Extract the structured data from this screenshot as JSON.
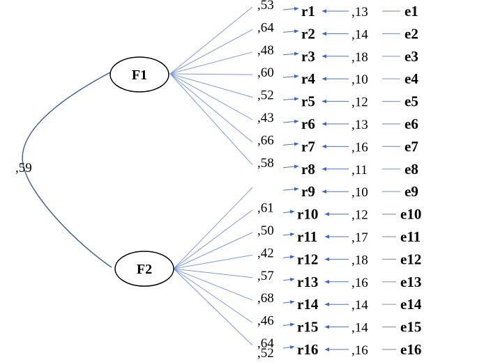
{
  "factors": [
    {
      "name": "F1",
      "icon": "ellipse"
    },
    {
      "name": "F2",
      "icon": "ellipse"
    }
  ],
  "correlation": ",59",
  "indicators": [
    {
      "name": "r1",
      "loading": ",53",
      "error_variance": ",13",
      "error": "e1",
      "factor": "F1"
    },
    {
      "name": "r2",
      "loading": ",64",
      "error_variance": ",14",
      "error": "e2",
      "factor": "F1"
    },
    {
      "name": "r3",
      "loading": ",48",
      "error_variance": ",18",
      "error": "e3",
      "factor": "F1"
    },
    {
      "name": "r4",
      "loading": ",60",
      "error_variance": ",10",
      "error": "e4",
      "factor": "F1"
    },
    {
      "name": "r5",
      "loading": ",52",
      "error_variance": ",12",
      "error": "e5",
      "factor": "F1"
    },
    {
      "name": "r6",
      "loading": ",43",
      "error_variance": ",13",
      "error": "e6",
      "factor": "F1"
    },
    {
      "name": "r7",
      "loading": ",66",
      "error_variance": ",16",
      "error": "e7",
      "factor": "F1"
    },
    {
      "name": "r8",
      "loading": ",58",
      "error_variance": ",11",
      "error": "e8",
      "factor": "F1"
    },
    {
      "name": "r9",
      "loading": "",
      "error_variance": ",10",
      "error": "e9",
      "factor": "F2"
    },
    {
      "name": "r10",
      "loading": ",61",
      "error_variance": ",12",
      "error": "e10",
      "factor": "F2"
    },
    {
      "name": "r11",
      "loading": ",50",
      "error_variance": ",17",
      "error": "e11",
      "factor": "F2"
    },
    {
      "name": "r12",
      "loading": ",42",
      "error_variance": ",18",
      "error": "e12",
      "factor": "F2"
    },
    {
      "name": "r13",
      "loading": ",57",
      "error_variance": ",16",
      "error": "e13",
      "factor": "F2"
    },
    {
      "name": "r14",
      "loading": ",68",
      "error_variance": ",14",
      "error": "e14",
      "factor": "F2"
    },
    {
      "name": "r15",
      "loading": ",46",
      "error_variance": ",14",
      "error": "e15",
      "factor": "F2"
    },
    {
      "name": "r16",
      "loading": ",64",
      "error_variance": ",16",
      "error": "e16",
      "factor": "F2"
    }
  ],
  "extra_loading": ",52",
  "colors": {
    "path": "#7e9ad6",
    "arrow": "#4a72c4",
    "correlation": "#3d5a99"
  }
}
